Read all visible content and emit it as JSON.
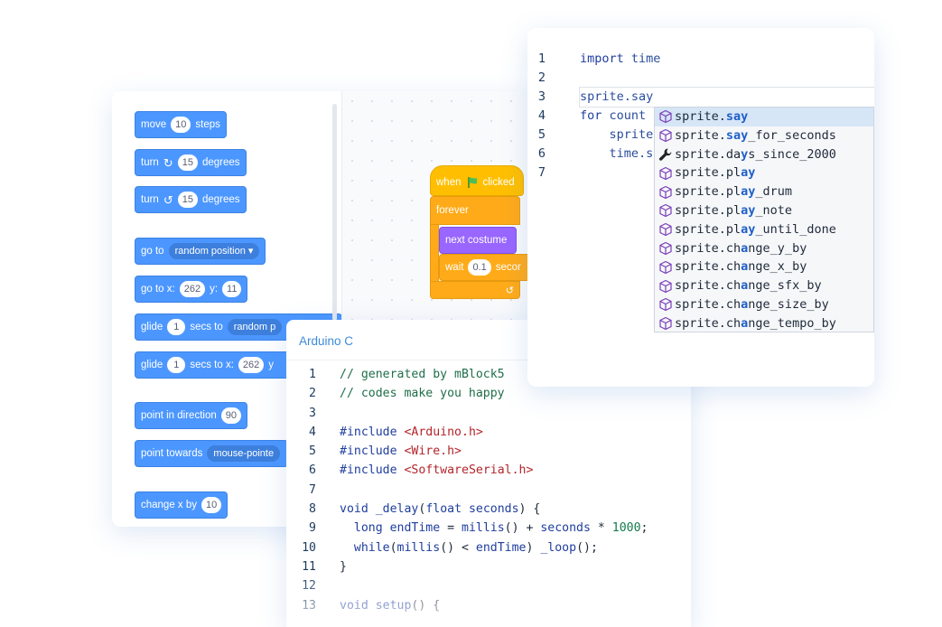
{
  "blocks": {
    "move": {
      "label": "move",
      "value": "10",
      "suffix": "steps"
    },
    "turn_right": {
      "label": "turn",
      "value": "15",
      "suffix": "degrees"
    },
    "turn_left": {
      "label": "turn",
      "value": "15",
      "suffix": "degrees"
    },
    "go_to": {
      "label": "go to",
      "value": "random position ▾"
    },
    "go_to_xy": {
      "label": "go to x:",
      "x": "262",
      "y_label": "y:",
      "y": "11"
    },
    "glide_to": {
      "label": "glide",
      "value": "1",
      "mid": "secs to",
      "target": "random p"
    },
    "glide_xy": {
      "label": "glide",
      "value": "1",
      "mid": "secs to x:",
      "x": "262",
      "y_label": "y"
    },
    "point_dir": {
      "label": "point in direction",
      "value": "90"
    },
    "point_towards": {
      "label": "point towards",
      "value": "mouse-pointe"
    },
    "change_x": {
      "label": "change x by",
      "value": "10"
    }
  },
  "script": {
    "when_clicked": {
      "label": "when",
      "suffix": "clicked"
    },
    "forever": "forever",
    "next_costume": "next costume",
    "wait": {
      "label": "wait",
      "value": "0.1",
      "suffix": "secor"
    }
  },
  "arduino": {
    "title": "Arduino C",
    "lines": [
      {
        "n": "1"
      },
      {
        "n": "2"
      },
      {
        "n": "3"
      },
      {
        "n": "4"
      },
      {
        "n": "5"
      },
      {
        "n": "6"
      },
      {
        "n": "7"
      },
      {
        "n": "8"
      },
      {
        "n": "9"
      },
      {
        "n": "10"
      },
      {
        "n": "11"
      },
      {
        "n": "12"
      },
      {
        "n": "13"
      }
    ],
    "code": {
      "c1": "// generated by mBlock5",
      "c2": "// codes make you happy",
      "inc1_kw": "#include",
      "inc1": "<Arduino.h>",
      "inc2_kw": "#include",
      "inc2": "<Wire.h>",
      "inc3_kw": "#include",
      "inc3": "<SoftwareSerial.h>",
      "l8_kw": "void",
      "l8_fn": "_delay",
      "l8_a": "(",
      "l8_type": "float",
      "l8_arg": "seconds",
      "l8_b": ") {",
      "l9_kw": "long",
      "l9_var": "endTime",
      "l9_a": " = ",
      "l9_fn": "millis",
      "l9_b": "() + ",
      "l9_arg": "seconds",
      "l9_c": " * ",
      "l9_num": "1000",
      "l9_d": ";",
      "l10_kw": "while",
      "l10_a": "(",
      "l10_fn": "millis",
      "l10_b": "() < ",
      "l10_var": "endTime",
      "l10_c": ") ",
      "l10_fn2": "_loop",
      "l10_d": "();",
      "l11": "}",
      "l13_kw": "void",
      "l13_fn": "setup",
      "l13_a": "() {"
    }
  },
  "python": {
    "line_numbers": [
      "1",
      "2",
      "3",
      "4",
      "5",
      "6",
      "7"
    ],
    "l1_kw": "import",
    "l1_mod": "time",
    "l3": "sprite.say",
    "l4_kw": "for",
    "l4_var": "count",
    "l5": "sprite",
    "l6": "time.s",
    "suggestions": [
      {
        "pre": "sprite.",
        "hl": "say",
        "post": "",
        "icon": "cube-icon"
      },
      {
        "pre": "sprite.",
        "hl": "say",
        "post": "_for_seconds",
        "icon": "cube-icon"
      },
      {
        "pre": "sprite.da",
        "hl": "y",
        "post": "s_since_2000",
        "icon": "wrench-icon"
      },
      {
        "pre": "sprite.pl",
        "hl": "ay",
        "post": "",
        "icon": "cube-icon"
      },
      {
        "pre": "sprite.pl",
        "hl": "ay",
        "post": "_drum",
        "icon": "cube-icon"
      },
      {
        "pre": "sprite.pl",
        "hl": "ay",
        "post": "_note",
        "icon": "cube-icon"
      },
      {
        "pre": "sprite.pl",
        "hl": "ay",
        "post": "_until_done",
        "icon": "cube-icon"
      },
      {
        "pre": "sprite.ch",
        "hl": "a",
        "post": "nge_y_by",
        "icon": "cube-icon"
      },
      {
        "pre": "sprite.ch",
        "hl": "a",
        "post": "nge_x_by",
        "icon": "cube-icon"
      },
      {
        "pre": "sprite.ch",
        "hl": "a",
        "post": "nge_sfx_by",
        "icon": "cube-icon"
      },
      {
        "pre": "sprite.ch",
        "hl": "a",
        "post": "nge_size_by",
        "icon": "cube-icon"
      },
      {
        "pre": "sprite.ch",
        "hl": "a",
        "post": "nge_tempo_by",
        "icon": "cube-icon"
      }
    ]
  },
  "colors": {
    "motion": "#4c97ff",
    "events": "#ffbf00",
    "control": "#ffab19",
    "looks": "#9966ff",
    "accent": "#3d8bd9"
  }
}
